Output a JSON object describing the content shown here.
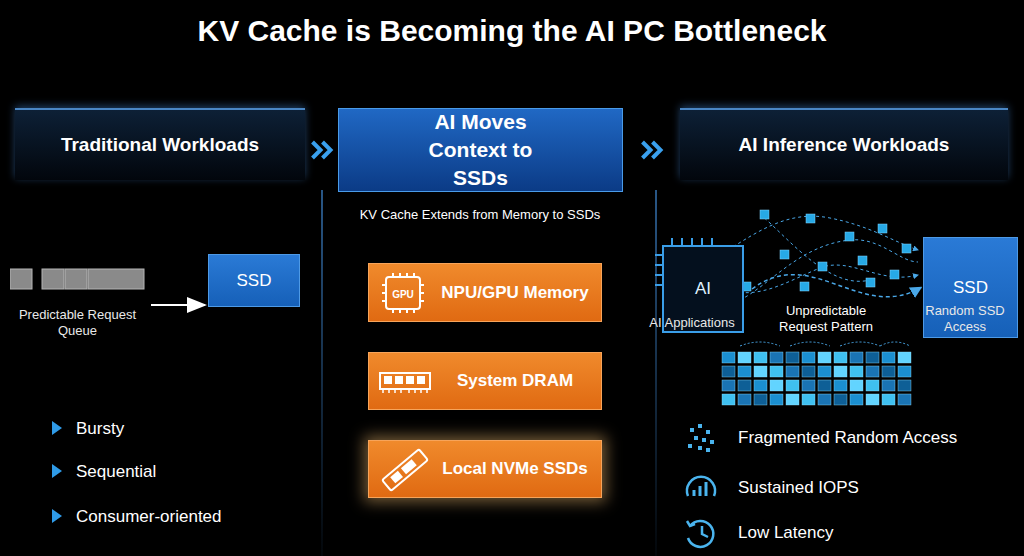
{
  "diagram": {
    "title": "KV Cache is Becoming the AI PC Bottleneck",
    "nodes": [
      {
        "text": [
          "Traditional Workloads"
        ]
      },
      {
        "text": [
          "AI Moves Context to SSDs"
        ]
      },
      {
        "text": [
          "AI Inference Workloads"
        ]
      },
      {
        "text": [
          "Predictable Request Queue"
        ]
      },
      {
        "text": [
          "SSD"
        ]
      },
      {
        "text": [
          "AI",
          "AI Applications"
        ]
      },
      {
        "text": [
          "SSD",
          "Random SSD Access"
        ]
      },
      {
        "text": [
          "NPU/GPU Memory"
        ]
      },
      {
        "text": [
          "System DRAM"
        ]
      },
      {
        "text": [
          "Local NVMe SSDs"
        ]
      }
    ],
    "edges": [
      {
        "from": 0,
        "to": 1,
        "arrow": "to"
      },
      {
        "from": 1,
        "to": 2,
        "arrow": "to"
      },
      {
        "from": 3,
        "to": 4,
        "arrow": "to"
      },
      {
        "from": 5,
        "to": 6,
        "arrow": "to"
      }
    ],
    "labels": [
      "KV Cache Extends from Memory to SSDs",
      "Unpredictable Request Pattern",
      "GPU",
      "Bursty",
      "Sequential",
      "Consumer-oriented",
      "Fragmented Random Access",
      "Sustained IOPS",
      "Low Latency"
    ]
  }
}
